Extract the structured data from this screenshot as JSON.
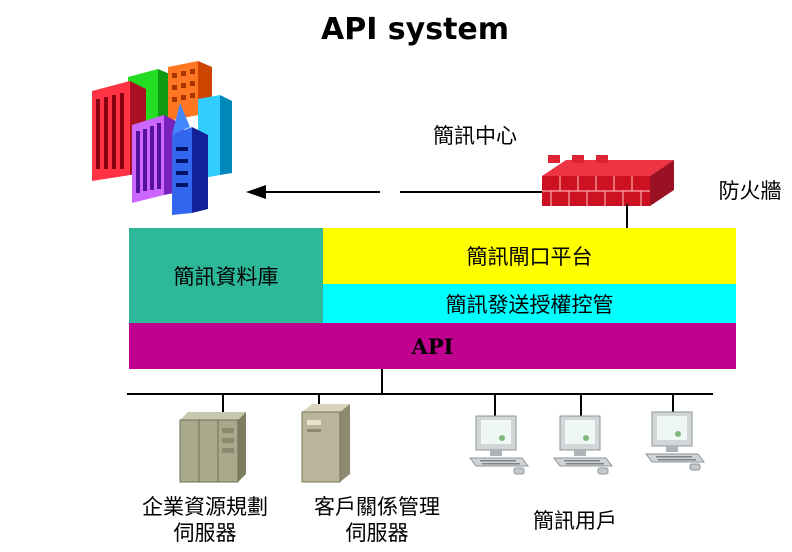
{
  "title": "API system",
  "sms_center_label": "簡訊中心",
  "firewall_label": "防火牆",
  "blocks": {
    "database": "簡訊資料庫",
    "gateway": "簡訊閘口平台",
    "control": "簡訊發送授權控管",
    "api": "API"
  },
  "colors": {
    "database": "#2db89a",
    "gateway": "#ffff00",
    "control": "#00ffff",
    "api": "#c0008f",
    "firewall": "#cc1122"
  },
  "bottom": {
    "erp_line1": "企業資源規劃",
    "erp_line2": "伺服器",
    "crm_line1": "客戶關係管理",
    "crm_line2": "伺服器",
    "users": "簡訊用戶"
  }
}
